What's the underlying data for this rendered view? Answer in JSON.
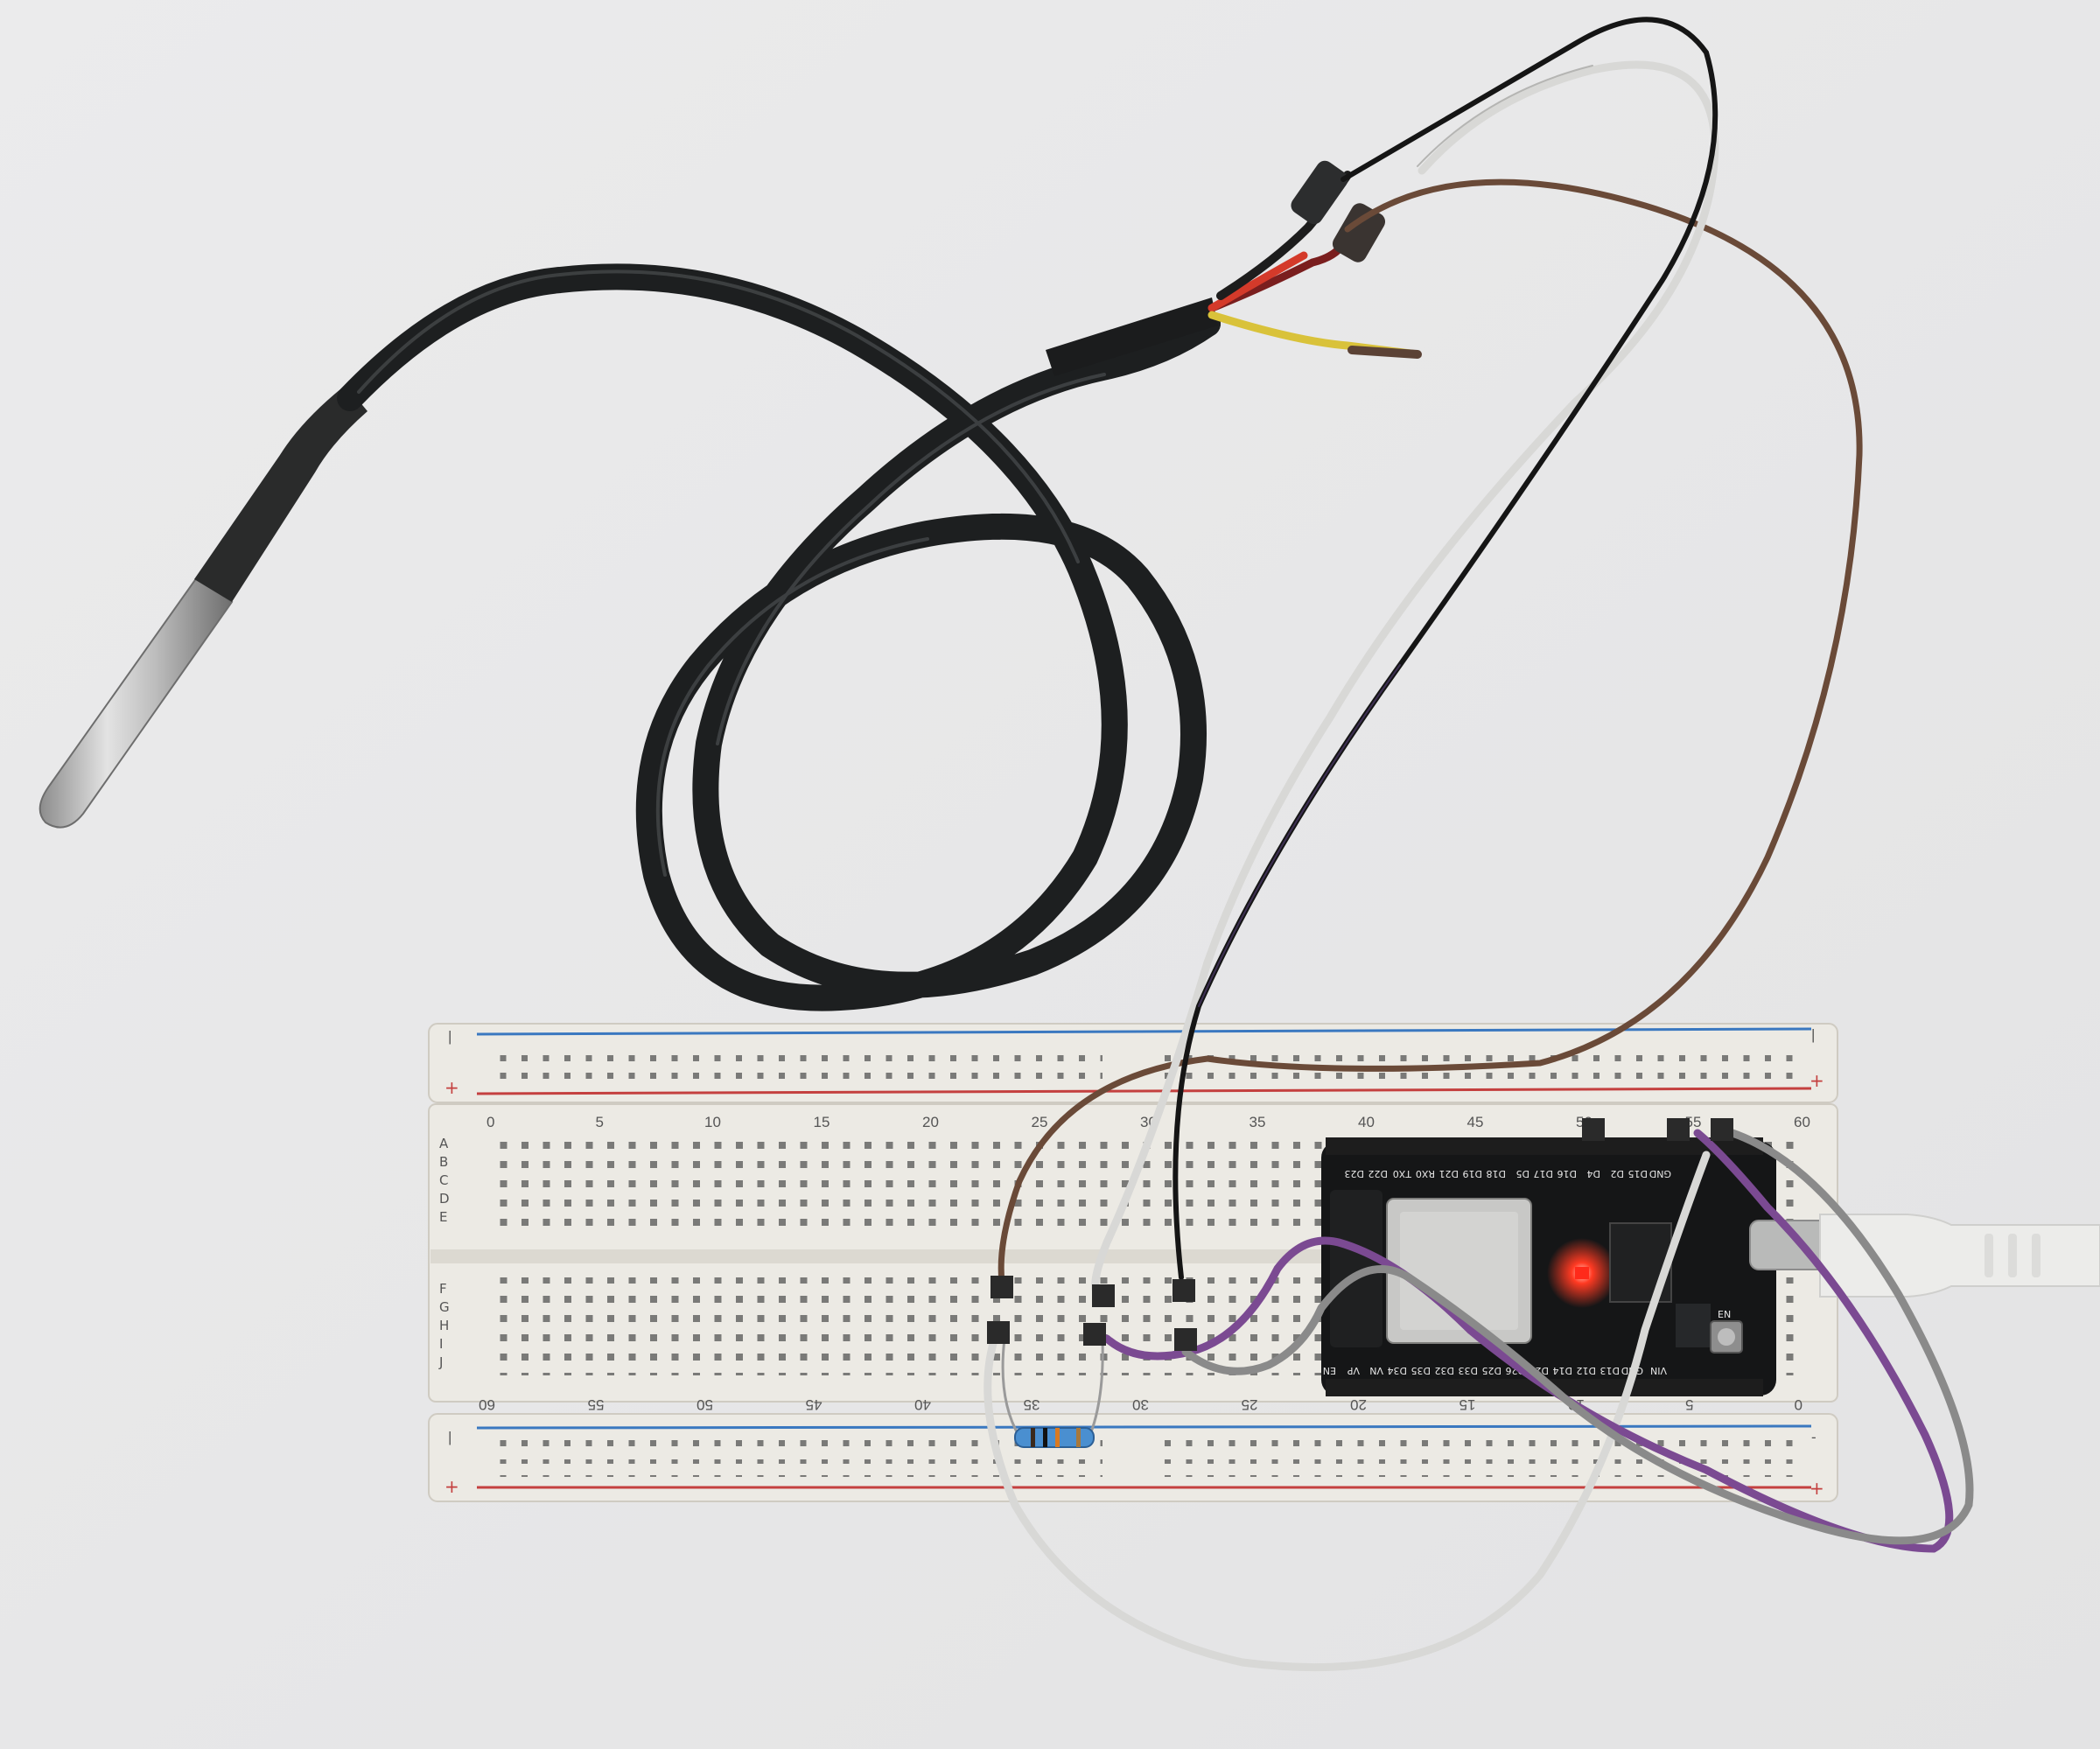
{
  "breadboard": {
    "column_numbers_top": [
      "0",
      "5",
      "10",
      "15",
      "20",
      "25",
      "30",
      "35",
      "40",
      "45",
      "50",
      "55",
      "60"
    ],
    "column_numbers_bottom": [
      "60",
      "55",
      "50",
      "45",
      "40",
      "35",
      "30",
      "25",
      "20",
      "15",
      "10",
      "5",
      "0"
    ],
    "row_letters_top": [
      "A",
      "B",
      "C",
      "D",
      "E"
    ],
    "row_letters_bottom": [
      "F",
      "G",
      "H",
      "I",
      "J"
    ],
    "rail_minus": "-",
    "rail_plus": "+",
    "rail_divider": "|"
  },
  "esp32": {
    "top_pins": [
      "GND",
      "D15",
      "D2",
      "D4",
      "D16",
      "D17",
      "D5",
      "D18",
      "D19",
      "D21",
      "RX0",
      "TX0",
      "D22",
      "D23"
    ],
    "bottom_pins": [
      "VIN",
      "GND",
      "D13",
      "D12",
      "D14",
      "D27",
      "D26",
      "D25",
      "D33",
      "D32",
      "D35",
      "D34",
      "VN",
      "VP",
      "EN"
    ],
    "button_label": "EN",
    "led_color": "#ff2a1a"
  },
  "colors": {
    "background": "#e9e9ea",
    "board": "#eceae4",
    "cable": "#1d1f20",
    "probe_metal": "#b9b9b9",
    "wire_brown": "#6a4a38",
    "wire_white": "#d8d8d6",
    "wire_black": "#151515",
    "wire_purple": "#7b4a92",
    "wire_gray": "#8a8a8a"
  }
}
